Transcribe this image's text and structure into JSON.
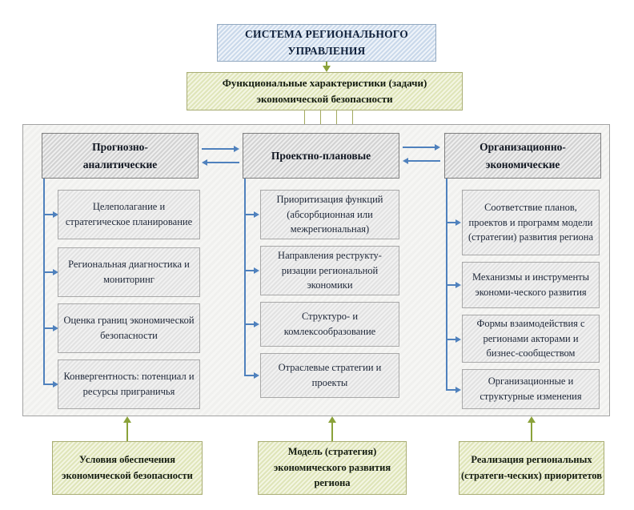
{
  "title_box": "СИСТЕМА РЕГИОНАЛЬНОГО УПРАВЛЕНИЯ",
  "function_box": "Функциональные характеристики (задачи) экономической безопасности",
  "columns": [
    {
      "header": "Прогнозно-аналитические",
      "items": [
        "Целеполагание и стратегическое планирование",
        "Региональная диагностика и мониторинг",
        "Оценка границ экономической безопасности",
        "Конвергентность: потенциал и ресурсы приграничья"
      ]
    },
    {
      "header": "Проектно-плановые",
      "items": [
        "Приоритизация функций (абсорбционная или межрегиональная)",
        "Направления реструкту-ризации региональной экономики",
        "Структуро- и комлексообразование",
        "Отраслевые стратегии и проекты"
      ]
    },
    {
      "header": "Организационно-экономические",
      "items": [
        "Соответствие планов, проектов и программ модели (стратегии) развития региона",
        "Механизмы и инструменты экономи-ческого развития",
        "Формы взаимодействия с регионами акторами и бизнес-сообществом",
        "Организационные и структурные изменения"
      ]
    }
  ],
  "bottom_boxes": [
    "Условия обеспечения экономической безопасности",
    "Модель (стратегия) экономического развития региона",
    "Реализация региональных (стратеги-ческих) приоритетов"
  ],
  "colors": {
    "title_box_fill": "#cddbea",
    "title_box_border": "#93a9c0",
    "green_fill": "#e7ebc6",
    "green_border": "#a9ad74",
    "header_fill": "#d6d6d6",
    "header_border": "#7f7f7f",
    "item_fill": "#e4e4e4",
    "item_border": "#a8a8a8",
    "panel_fill": "#f1f1ef",
    "panel_border": "#a3a3a3",
    "blue_arrow": "#4f81bd",
    "olive_arrow": "#8aa23a",
    "text": "#1d2430"
  }
}
